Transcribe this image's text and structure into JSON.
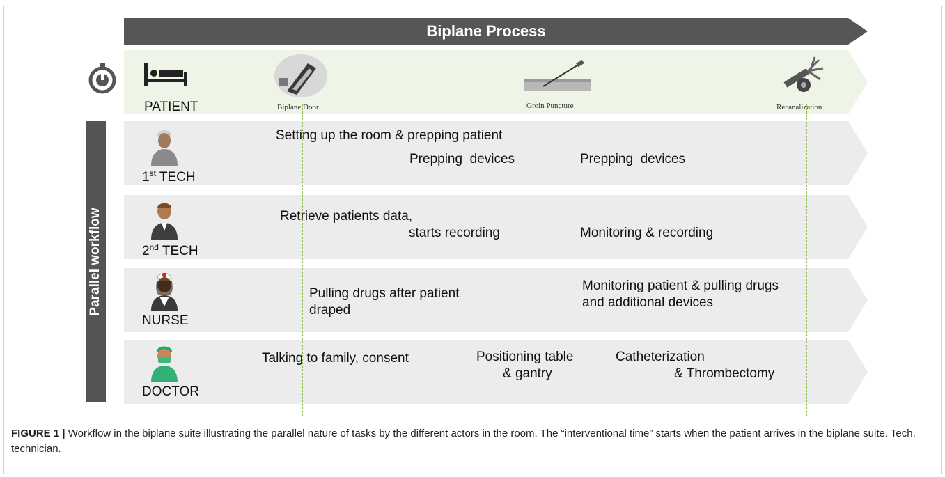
{
  "header": {
    "title": "Biplane Process"
  },
  "timeline": {
    "patient_label": "PATIENT",
    "markers": [
      {
        "label": "Biplane Door",
        "icon": "biplane-door-icon"
      },
      {
        "label": "Groin Puncture",
        "icon": "groin-puncture-icon"
      },
      {
        "label": "Recanalization",
        "icon": "recanalization-icon"
      }
    ]
  },
  "side_label": "Parallel workflow",
  "lanes": [
    {
      "role_main": "1",
      "role_sup": "st",
      "role_rest": " TECH",
      "tasks": [
        "Setting up the room & prepping patient",
        "Prepping  devices",
        "Prepping  devices"
      ]
    },
    {
      "role_main": "2",
      "role_sup": "nd",
      "role_rest": " TECH",
      "tasks": [
        "Retrieve patients data,",
        "starts recording",
        "Monitoring & recording"
      ]
    },
    {
      "role_main": "NURSE",
      "role_sup": "",
      "role_rest": "",
      "tasks": [
        "Pulling drugs after patient",
        "draped",
        "Monitoring patient & pulling drugs",
        "and additional devices"
      ]
    },
    {
      "role_main": "DOCTOR",
      "role_sup": "",
      "role_rest": "",
      "tasks": [
        "Talking to family, consent",
        "Positioning table",
        "& gantry",
        "Catheterization",
        "& Thrombectomy"
      ]
    }
  ],
  "caption": {
    "label": "FIGURE 1 |",
    "text": " Workflow in the biplane suite illustrating the parallel nature of tasks by the different actors in the room. The “interventional time” starts when the patient arrives in the biplane suite. Tech, technician."
  },
  "colors": {
    "header_bg": "#565656",
    "timeline_bg": "#eef4e6",
    "lane_bg": "#ececec",
    "side_bar_bg": "#545454",
    "marker_line": "#8fbf4a"
  }
}
